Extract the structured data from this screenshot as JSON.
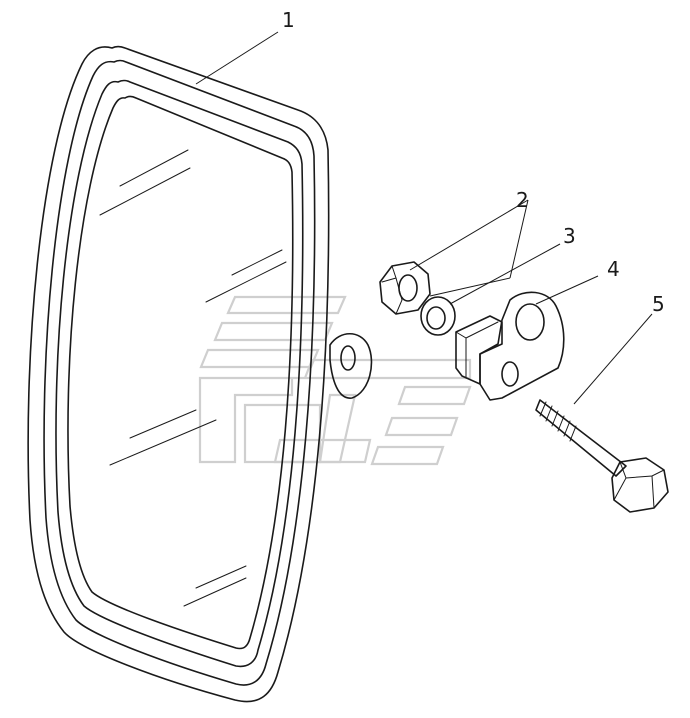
{
  "callouts": {
    "mirror": "1",
    "nut": "2",
    "washer": "3",
    "clamp_bracket": "4",
    "bolt": "5"
  },
  "colors": {
    "line": "#1a1a1a",
    "watermark": "#cfcfcf",
    "background": "#ffffff"
  }
}
